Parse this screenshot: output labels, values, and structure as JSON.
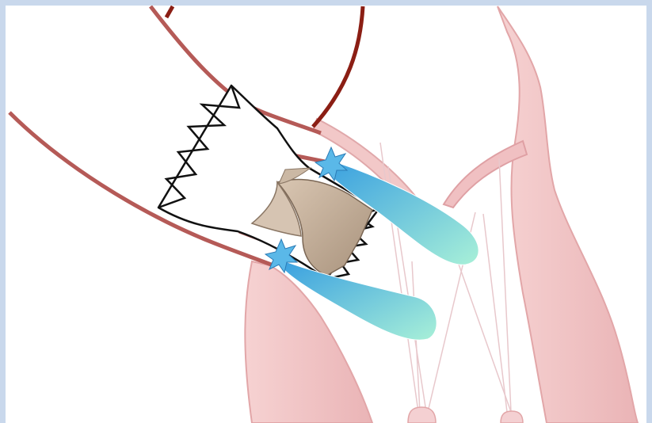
{
  "figure": {
    "subject": "transcatheter-valve-in-heart-illustration",
    "colors": {
      "frame": "#c9d8ec",
      "background": "#ffffff",
      "tissue_fill": "#f2c4c4",
      "tissue_stroke": "#e2a6a8",
      "vessel_wall": "#b55a57",
      "artery": "#8b1e14",
      "stent_wire": "#111111",
      "valve_leaflet": "#c8b4a0",
      "anchor_start": "#3aa0e0",
      "anchor_end": "#a8f0d8",
      "chordae": "#e8c8cc"
    },
    "icons": [
      "stent-frame",
      "valve-leaflets",
      "anchor-tabs",
      "papillary-muscles"
    ]
  }
}
